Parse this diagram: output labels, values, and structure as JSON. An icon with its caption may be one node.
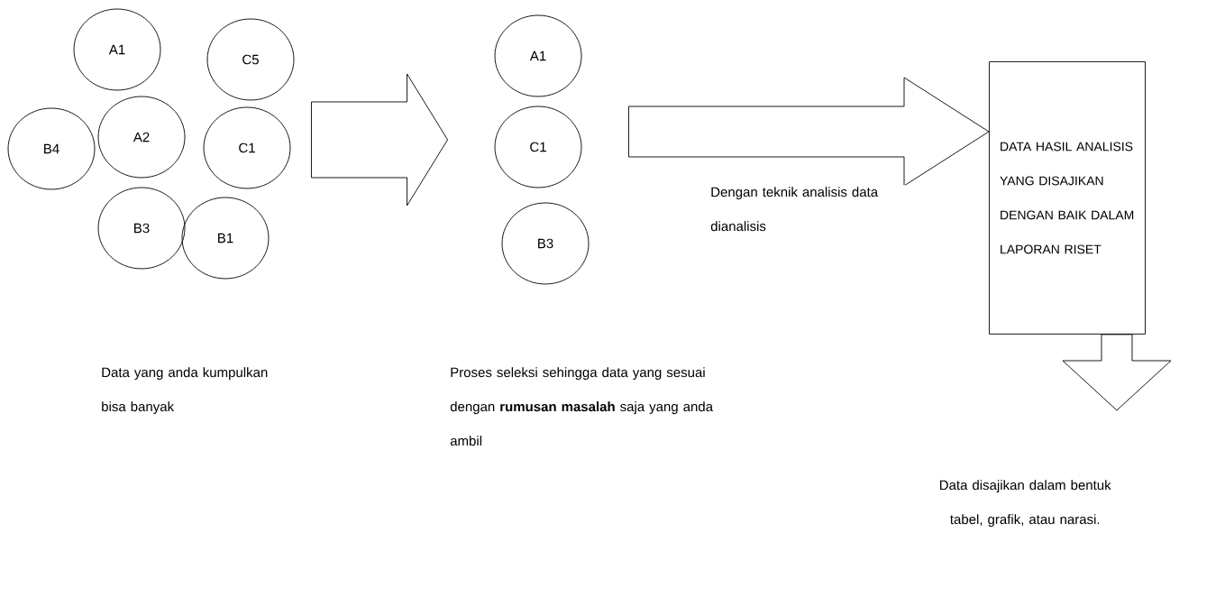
{
  "diagram": {
    "nodes": [
      {
        "text": [
          "A1"
        ]
      },
      {
        "text": [
          "C5"
        ]
      },
      {
        "text": [
          "B4"
        ]
      },
      {
        "text": [
          "A2"
        ]
      },
      {
        "text": [
          "C1"
        ]
      },
      {
        "text": [
          "B3"
        ]
      },
      {
        "text": [
          "B1"
        ]
      },
      {
        "text": [
          "A1"
        ]
      },
      {
        "text": [
          "C1"
        ]
      },
      {
        "text": [
          "B3"
        ]
      },
      {
        "text": [
          "DATA HASIL ANALISIS YANG DISAJIKAN DENGAN BAIK DALAM LAPORAN RISET"
        ]
      },
      {
        "text": [
          "Data disajikan dalam bentuk tabel, grafik, atau narasi."
        ]
      }
    ],
    "edges": [
      {
        "from": 4,
        "to": 8,
        "arrow": "to"
      },
      {
        "from": 8,
        "to": 10,
        "arrow": "to",
        "label": "Dengan teknik analisis data dianalisis"
      },
      {
        "from": 10,
        "to": 11,
        "arrow": "to"
      }
    ],
    "labels": [
      "Data yang anda kumpulkan bisa banyak",
      "Proses seleksi sehingga data yang sesuai dengan **rumusan masalah** saja yang anda ambil"
    ]
  }
}
